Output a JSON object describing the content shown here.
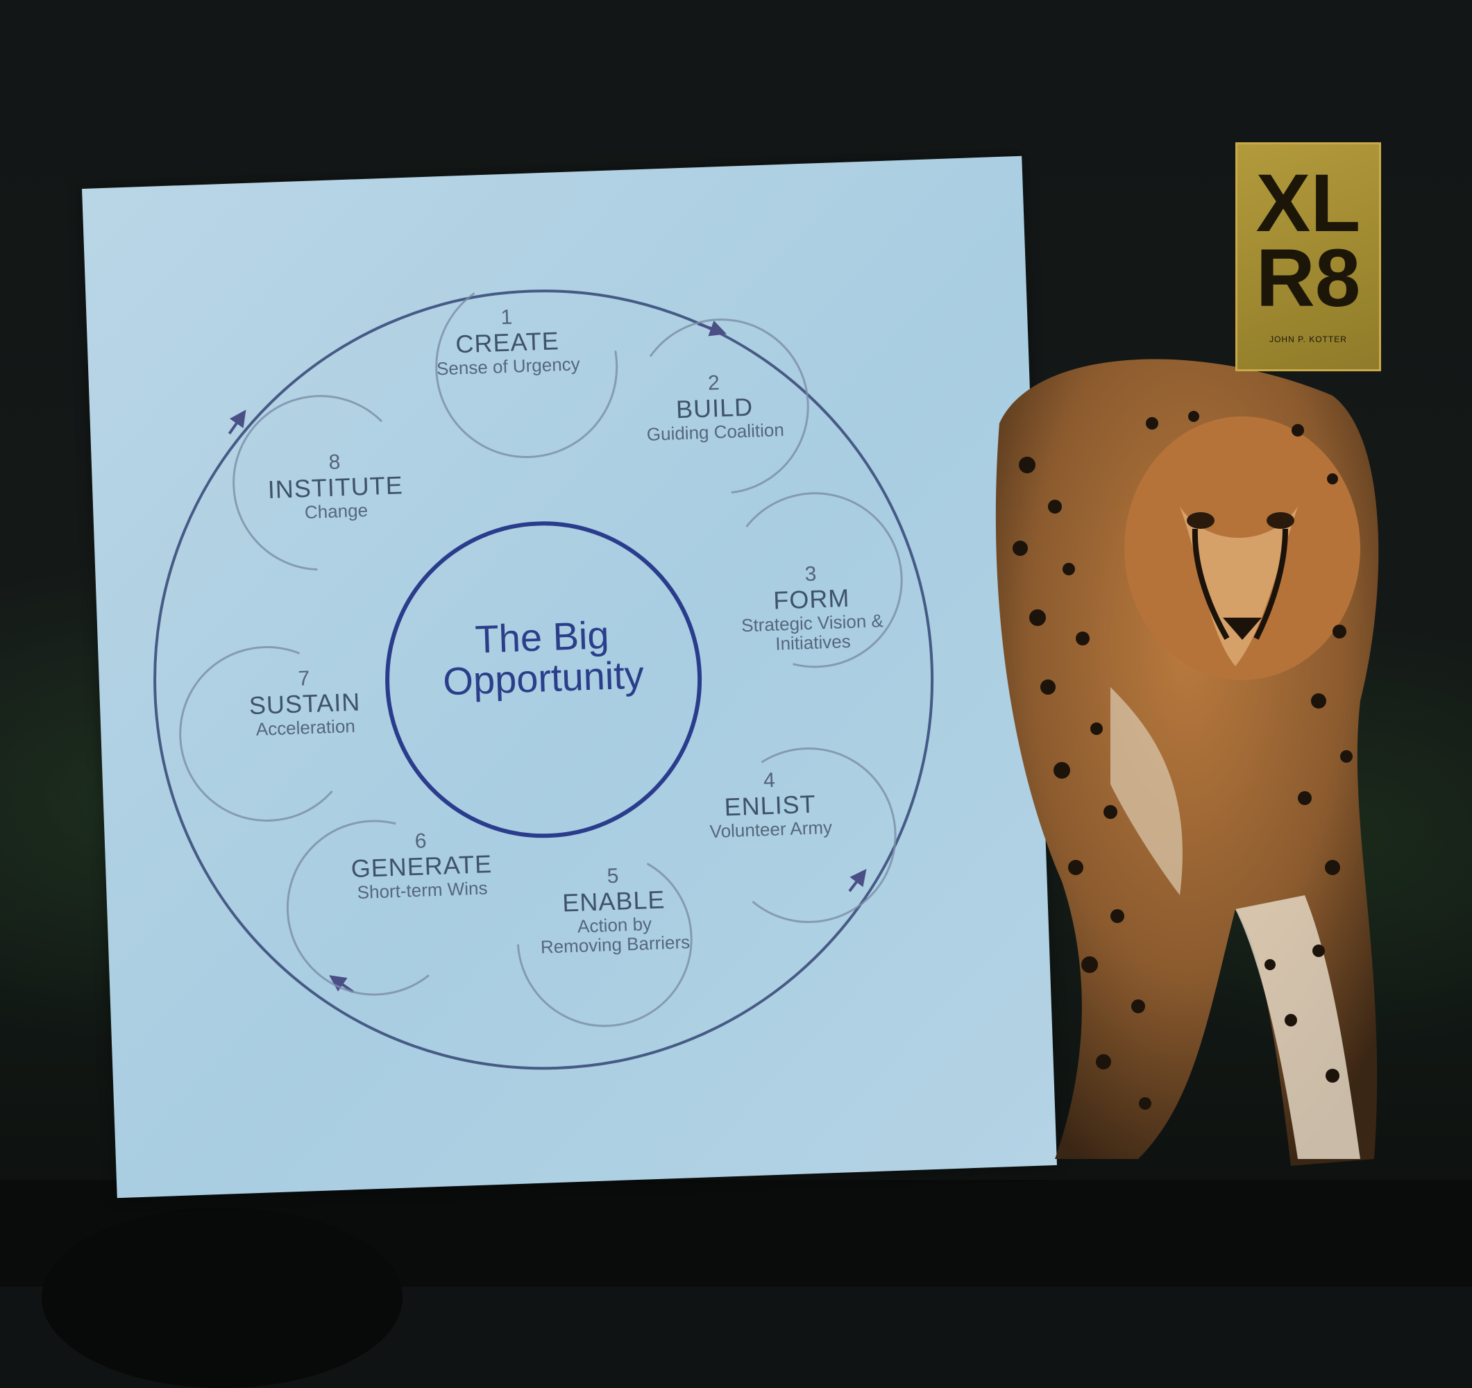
{
  "diagram": {
    "center_title_line1": "The Big",
    "center_title_line2": "Opportunity",
    "steps": [
      {
        "num": "1",
        "verb": "CREATE",
        "desc": "Sense of Urgency"
      },
      {
        "num": "2",
        "verb": "BUILD",
        "desc": "Guiding Coalition"
      },
      {
        "num": "3",
        "verb": "FORM",
        "desc": "Strategic Vision & Initiatives"
      },
      {
        "num": "4",
        "verb": "ENLIST",
        "desc": "Volunteer Army"
      },
      {
        "num": "5",
        "verb": "ENABLE",
        "desc": "Action by Removing Barriers"
      },
      {
        "num": "6",
        "verb": "GENERATE",
        "desc": "Short-term Wins"
      },
      {
        "num": "7",
        "verb": "SUSTAIN",
        "desc": "Acceleration"
      },
      {
        "num": "8",
        "verb": "INSTITUTE",
        "desc": "Change"
      }
    ]
  },
  "book_badge": {
    "line1": "XL",
    "line2": "R8",
    "author": "JOHN P. KOTTER"
  },
  "colors": {
    "card": "#b4d3e5",
    "center_text": "#2a3e8a",
    "badge": "#a48d33",
    "background": "#121616"
  }
}
